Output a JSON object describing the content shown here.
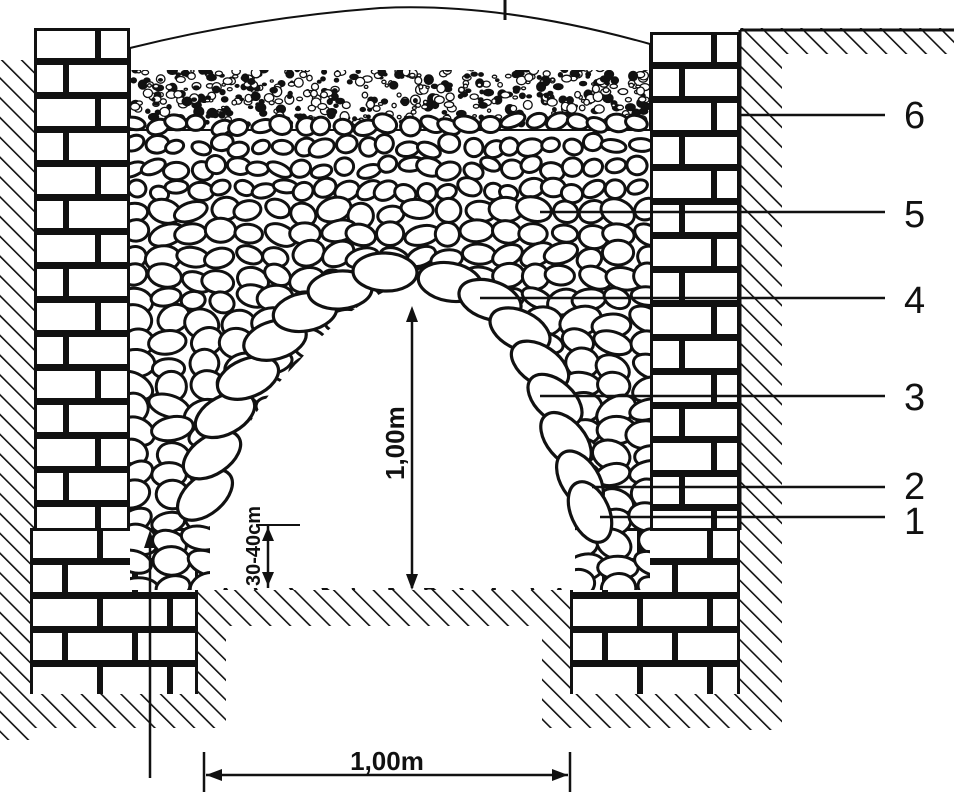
{
  "diagram": {
    "callouts": [
      {
        "id": "6",
        "label": "6"
      },
      {
        "id": "5",
        "label": "5"
      },
      {
        "id": "4",
        "label": "4"
      },
      {
        "id": "3",
        "label": "3"
      },
      {
        "id": "2",
        "label": "2"
      },
      {
        "id": "1",
        "label": "1"
      }
    ],
    "dimensions": {
      "width_label": "1,00m",
      "height_label": "1,00m",
      "step_label": "30-40cm"
    },
    "colors": {
      "ink": "#111111",
      "paper": "#ffffff"
    }
  }
}
